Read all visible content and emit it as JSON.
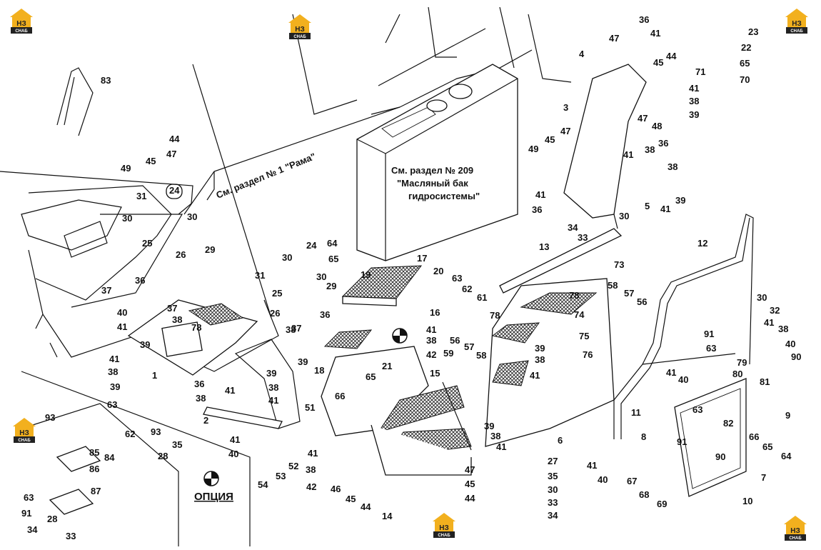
{
  "logo_text": {
    "top": "НЗ",
    "bottom": "СНАБ"
  },
  "brand_color": "#f2b01e",
  "notes": {
    "frame_ref": "См. раздел № 1 \"Рама\"",
    "tank_ref_1": "См. раздел № 209",
    "tank_ref_2": "\"Масляный бак",
    "tank_ref_3": "гидросистемы\"",
    "option": "ОПЦИЯ"
  },
  "callouts": [
    {
      "id": "c1",
      "text": "36"
    },
    {
      "id": "c2",
      "text": "41"
    },
    {
      "id": "c3",
      "text": "23"
    },
    {
      "id": "c4",
      "text": "22"
    },
    {
      "id": "c5",
      "text": "47"
    },
    {
      "id": "c6",
      "text": "4"
    },
    {
      "id": "c7",
      "text": "44"
    },
    {
      "id": "c8",
      "text": "45"
    },
    {
      "id": "c9",
      "text": "65"
    },
    {
      "id": "c10",
      "text": "71"
    },
    {
      "id": "c11",
      "text": "70"
    },
    {
      "id": "c12",
      "text": "41"
    },
    {
      "id": "c13",
      "text": "38"
    },
    {
      "id": "c14",
      "text": "39"
    },
    {
      "id": "c15",
      "text": "3"
    },
    {
      "id": "c16",
      "text": "47"
    },
    {
      "id": "c17",
      "text": "48"
    },
    {
      "id": "c18",
      "text": "45"
    },
    {
      "id": "c19",
      "text": "47"
    },
    {
      "id": "c20",
      "text": "49"
    },
    {
      "id": "c21",
      "text": "36"
    },
    {
      "id": "c22",
      "text": "41"
    },
    {
      "id": "c23",
      "text": "38"
    },
    {
      "id": "c24",
      "text": "38"
    },
    {
      "id": "c25",
      "text": "39"
    },
    {
      "id": "c26",
      "text": "41"
    },
    {
      "id": "c27",
      "text": "5"
    },
    {
      "id": "c28",
      "text": "41"
    },
    {
      "id": "c29",
      "text": "36"
    },
    {
      "id": "c30",
      "text": "30"
    },
    {
      "id": "c31",
      "text": "34"
    },
    {
      "id": "c32",
      "text": "33"
    },
    {
      "id": "c33",
      "text": "83"
    },
    {
      "id": "c34",
      "text": "44"
    },
    {
      "id": "c35",
      "text": "47"
    },
    {
      "id": "c36",
      "text": "45"
    },
    {
      "id": "c37",
      "text": "49"
    },
    {
      "id": "c38",
      "text": "31"
    },
    {
      "id": "c39",
      "text": "24"
    },
    {
      "id": "c40",
      "text": "30"
    },
    {
      "id": "c41",
      "text": "30"
    },
    {
      "id": "c42",
      "text": "25"
    },
    {
      "id": "c43",
      "text": "29"
    },
    {
      "id": "c44",
      "text": "26"
    },
    {
      "id": "c45",
      "text": "36"
    },
    {
      "id": "c46",
      "text": "37"
    },
    {
      "id": "c47",
      "text": "37"
    },
    {
      "id": "c48",
      "text": "38"
    },
    {
      "id": "c49",
      "text": "40"
    },
    {
      "id": "c50",
      "text": "41"
    },
    {
      "id": "c51",
      "text": "78"
    },
    {
      "id": "c52",
      "text": "39"
    },
    {
      "id": "c53",
      "text": "41"
    },
    {
      "id": "c54",
      "text": "38"
    },
    {
      "id": "c55",
      "text": "39"
    },
    {
      "id": "c56",
      "text": "1"
    },
    {
      "id": "c57",
      "text": "24"
    },
    {
      "id": "c58",
      "text": "30"
    },
    {
      "id": "c59",
      "text": "31"
    },
    {
      "id": "c60",
      "text": "30"
    },
    {
      "id": "c61",
      "text": "25"
    },
    {
      "id": "c62",
      "text": "29"
    },
    {
      "id": "c63",
      "text": "26"
    },
    {
      "id": "c64",
      "text": "36"
    },
    {
      "id": "c65",
      "text": "37"
    },
    {
      "id": "c66",
      "text": "38"
    },
    {
      "id": "c67",
      "text": "39"
    },
    {
      "id": "c68",
      "text": "64"
    },
    {
      "id": "c69",
      "text": "65"
    },
    {
      "id": "c70",
      "text": "19"
    },
    {
      "id": "c71",
      "text": "17"
    },
    {
      "id": "c72",
      "text": "20"
    },
    {
      "id": "c73",
      "text": "63"
    },
    {
      "id": "c74",
      "text": "62"
    },
    {
      "id": "c75",
      "text": "61"
    },
    {
      "id": "c76",
      "text": "16"
    },
    {
      "id": "c77",
      "text": "41"
    },
    {
      "id": "c78",
      "text": "38"
    },
    {
      "id": "c79",
      "text": "42"
    },
    {
      "id": "c80",
      "text": "18"
    },
    {
      "id": "c81",
      "text": "21"
    },
    {
      "id": "c82",
      "text": "65"
    },
    {
      "id": "c83",
      "text": "15"
    },
    {
      "id": "c84",
      "text": "66"
    },
    {
      "id": "c85",
      "text": "36"
    },
    {
      "id": "c86",
      "text": "38"
    },
    {
      "id": "c87",
      "text": "41"
    },
    {
      "id": "c88",
      "text": "39"
    },
    {
      "id": "c89",
      "text": "38"
    },
    {
      "id": "c90",
      "text": "41"
    },
    {
      "id": "c91",
      "text": "2"
    },
    {
      "id": "c92",
      "text": "41"
    },
    {
      "id": "c93",
      "text": "40"
    },
    {
      "id": "c94",
      "text": "51"
    },
    {
      "id": "c95",
      "text": "54"
    },
    {
      "id": "c96",
      "text": "53"
    },
    {
      "id": "c97",
      "text": "52"
    },
    {
      "id": "c98",
      "text": "41"
    },
    {
      "id": "c99",
      "text": "38"
    },
    {
      "id": "c100",
      "text": "42"
    },
    {
      "id": "c101",
      "text": "46"
    },
    {
      "id": "c102",
      "text": "45"
    },
    {
      "id": "c103",
      "text": "44"
    },
    {
      "id": "c104",
      "text": "14"
    },
    {
      "id": "c105",
      "text": "13"
    },
    {
      "id": "c106",
      "text": "73"
    },
    {
      "id": "c107",
      "text": "78"
    },
    {
      "id": "c108",
      "text": "78"
    },
    {
      "id": "c109",
      "text": "58"
    },
    {
      "id": "c110",
      "text": "57"
    },
    {
      "id": "c111",
      "text": "56"
    },
    {
      "id": "c112",
      "text": "74"
    },
    {
      "id": "c113",
      "text": "75"
    },
    {
      "id": "c114",
      "text": "76"
    },
    {
      "id": "c115",
      "text": "39"
    },
    {
      "id": "c116",
      "text": "38"
    },
    {
      "id": "c117",
      "text": "41"
    },
    {
      "id": "c118",
      "text": "56"
    },
    {
      "id": "c119",
      "text": "57"
    },
    {
      "id": "c120",
      "text": "59"
    },
    {
      "id": "c121",
      "text": "58"
    },
    {
      "id": "c122",
      "text": "39"
    },
    {
      "id": "c123",
      "text": "38"
    },
    {
      "id": "c124",
      "text": "41"
    },
    {
      "id": "c125",
      "text": "6"
    },
    {
      "id": "c126",
      "text": "27"
    },
    {
      "id": "c127",
      "text": "47"
    },
    {
      "id": "c128",
      "text": "45"
    },
    {
      "id": "c129",
      "text": "44"
    },
    {
      "id": "c130",
      "text": "35"
    },
    {
      "id": "c131",
      "text": "30"
    },
    {
      "id": "c132",
      "text": "33"
    },
    {
      "id": "c133",
      "text": "34"
    },
    {
      "id": "c134",
      "text": "12"
    },
    {
      "id": "c135",
      "text": "30"
    },
    {
      "id": "c136",
      "text": "32"
    },
    {
      "id": "c137",
      "text": "41"
    },
    {
      "id": "c138",
      "text": "38"
    },
    {
      "id": "c139",
      "text": "91"
    },
    {
      "id": "c140",
      "text": "40"
    },
    {
      "id": "c141",
      "text": "63"
    },
    {
      "id": "c142",
      "text": "90"
    },
    {
      "id": "c143",
      "text": "79"
    },
    {
      "id": "c144",
      "text": "80"
    },
    {
      "id": "c145",
      "text": "81"
    },
    {
      "id": "c146",
      "text": "41"
    },
    {
      "id": "c147",
      "text": "40"
    },
    {
      "id": "c148",
      "text": "11"
    },
    {
      "id": "c149",
      "text": "41"
    },
    {
      "id": "c150",
      "text": "40"
    },
    {
      "id": "c151",
      "text": "63"
    },
    {
      "id": "c152",
      "text": "82"
    },
    {
      "id": "c153",
      "text": "9"
    },
    {
      "id": "c154",
      "text": "8"
    },
    {
      "id": "c155",
      "text": "91"
    },
    {
      "id": "c156",
      "text": "90"
    },
    {
      "id": "c157",
      "text": "66"
    },
    {
      "id": "c158",
      "text": "65"
    },
    {
      "id": "c159",
      "text": "64"
    },
    {
      "id": "c160",
      "text": "7"
    },
    {
      "id": "c161",
      "text": "67"
    },
    {
      "id": "c162",
      "text": "68"
    },
    {
      "id": "c163",
      "text": "69"
    },
    {
      "id": "c164",
      "text": "10"
    },
    {
      "id": "c165",
      "text": "93"
    },
    {
      "id": "c166",
      "text": "63"
    },
    {
      "id": "c167",
      "text": "62"
    },
    {
      "id": "c168",
      "text": "93"
    },
    {
      "id": "c169",
      "text": "35"
    },
    {
      "id": "c170",
      "text": "28"
    },
    {
      "id": "c171",
      "text": "85"
    },
    {
      "id": "c172",
      "text": "84"
    },
    {
      "id": "c173",
      "text": "86"
    },
    {
      "id": "c174",
      "text": "87"
    },
    {
      "id": "c175",
      "text": "63"
    },
    {
      "id": "c176",
      "text": "91"
    },
    {
      "id": "c177",
      "text": "28"
    },
    {
      "id": "c178",
      "text": "34"
    },
    {
      "id": "c179",
      "text": "33"
    }
  ]
}
